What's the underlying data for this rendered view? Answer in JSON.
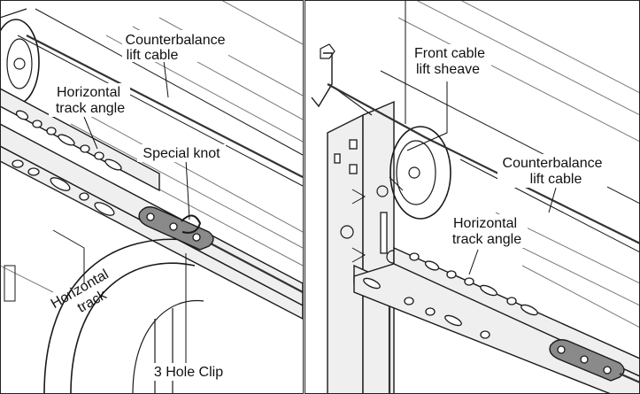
{
  "panels": {
    "left": {
      "labels": {
        "counterbalance_lift_cable": [
          "Counterbalance",
          "lift cable"
        ],
        "horizontal_track_angle": [
          "Horizontal",
          "track angle"
        ],
        "special_knot": "Special knot",
        "horizontal_track": [
          "Horizontal",
          "track"
        ],
        "three_hole_clip": "3 Hole Clip"
      }
    },
    "right": {
      "labels": {
        "front_cable_lift_sheave": [
          "Front cable",
          "lift sheave"
        ],
        "counterbalance_lift_cable": [
          "Counterbalance",
          "lift cable"
        ],
        "horizontal_track_angle": [
          "Horizontal",
          "track angle"
        ]
      }
    }
  },
  "colors": {
    "line": "#1a1a1a",
    "clip_fill": "#8a8a8a",
    "metal_fill": "#efefef",
    "background": "#ffffff"
  }
}
